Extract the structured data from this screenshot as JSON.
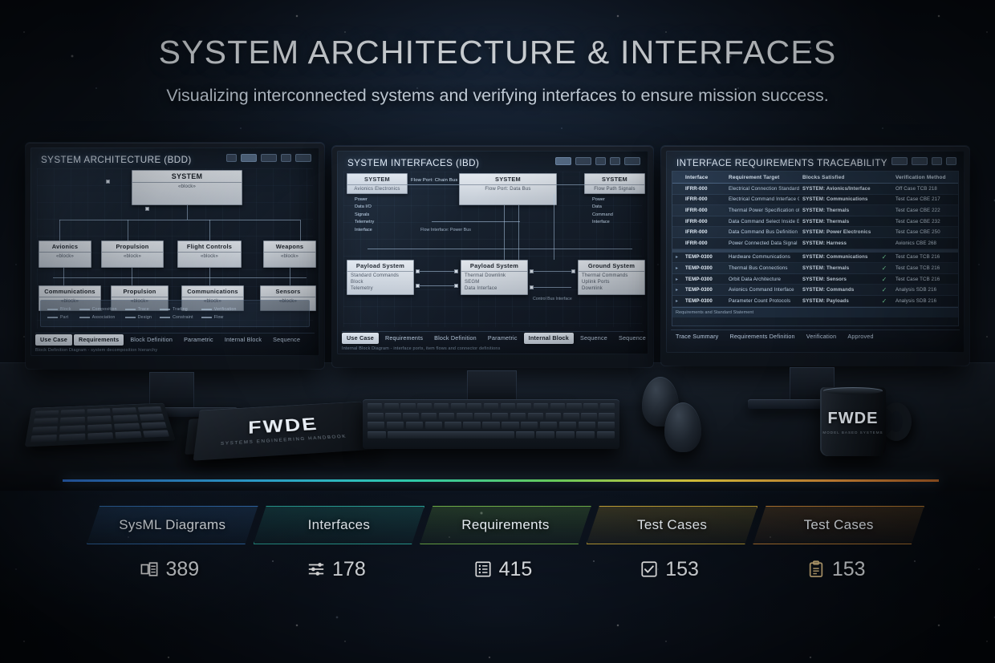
{
  "header": {
    "title": "SYSTEM ARCHITECTURE & INTERFACES",
    "subtitle": "Visualizing interconnected systems and verifying interfaces to ensure mission success."
  },
  "monitors": {
    "left": {
      "title": "SYSTEM ARCHITECTURE (BDD)",
      "root_block": {
        "name": "SYSTEM",
        "stereotype": "«block»"
      },
      "tier1_blocks": [
        {
          "name": "Avionics",
          "stereotype": "«block»"
        },
        {
          "name": "Propulsion",
          "stereotype": "«block»"
        },
        {
          "name": "Flight Controls",
          "stereotype": "«block»"
        },
        {
          "name": "Weapons",
          "stereotype": "«block»"
        }
      ],
      "tier2_blocks": [
        {
          "name": "Communications",
          "stereotype": "«block»"
        },
        {
          "name": "Propulsion",
          "stereotype": "«block»"
        },
        {
          "name": "Communications",
          "stereotype": "«block»"
        },
        {
          "name": "Sensors",
          "stereotype": "«block»"
        }
      ],
      "edge_label_left": "block",
      "edge_label_mid": "composition",
      "legend": [
        "Block",
        "Part",
        "Composition",
        "Association",
        "Trace",
        "Design",
        "Trading",
        "Constraint",
        "Verification",
        "Flow"
      ],
      "tabs": [
        {
          "label": "Use Case",
          "active": true
        },
        {
          "label": "Requirements",
          "active": true
        },
        {
          "label": "Block Definition",
          "active": false
        },
        {
          "label": "Parametric",
          "active": false
        },
        {
          "label": "Internal Block",
          "active": false
        },
        {
          "label": "Sequence",
          "active": false
        }
      ],
      "status": "Block Definition Diagram - system decomposition hierarchy"
    },
    "middle": {
      "title": "SYSTEM INTERFACES (IBD)",
      "top_blocks": [
        {
          "name": "SYSTEM",
          "stereotype": "Avionics Electronics"
        },
        {
          "name": "SYSTEM",
          "stereotype": "Flow Port: Data Bus"
        },
        {
          "name": "SYSTEM",
          "stereotype": "Flow Path Signals"
        }
      ],
      "top_mid_lines": [
        "Flow Port: Chain Bus",
        "Flow Interface: Power Bus"
      ],
      "bottom_blocks": [
        {
          "name": "Payload System",
          "items": [
            "Standard Commands",
            "Block",
            "Telemetry"
          ]
        },
        {
          "name": "Payload System",
          "items": [
            "Thermal Downlink",
            "SEGM",
            "Data Interface"
          ]
        },
        {
          "name": "Ground System",
          "items": [
            "Thermal Commands",
            "Uplink Ports",
            "Downlink"
          ]
        }
      ],
      "side_labels": [
        "Power",
        "Data I/O",
        "Signals",
        "Telemetry",
        "Interface"
      ],
      "flow_labels": [
        "Power",
        "Data",
        "Command",
        "Interface"
      ],
      "connector_label": "Control Bus Interface",
      "tabs": [
        {
          "label": "Use Case",
          "active": true
        },
        {
          "label": "Requirements",
          "active": false
        },
        {
          "label": "Block Definition",
          "active": false
        },
        {
          "label": "Parametric",
          "active": false
        },
        {
          "label": "Internal Block",
          "active": true
        },
        {
          "label": "Sequence",
          "active": false
        },
        {
          "label": "Sequence",
          "active": false
        }
      ],
      "status": "Internal Block Diagram - interface ports, item flows and connector definitions"
    },
    "right": {
      "title": "INTERFACE REQUIREMENTS TRACEABILITY",
      "columns": [
        "",
        "Interface",
        "Requirement Target",
        "Blocks Satisfied",
        "",
        "Verification Method"
      ],
      "rows_top": [
        {
          "id": "IFRR-000",
          "desc": "Electrical Connection Standard Ground System",
          "satisfied": "SYSTEM: Avionics/Interface",
          "check": "",
          "verify": "Off Case TCB 218"
        },
        {
          "id": "IFRR-000",
          "desc": "Electrical Command Interface Ground and Data",
          "satisfied": "SYSTEM: Communications",
          "check": "",
          "verify": "Test Case CBE 217"
        },
        {
          "id": "IFRR-000",
          "desc": "Thermal Power Specification of Commands Provided",
          "satisfied": "SYSTEM: Thermals",
          "check": "",
          "verify": "Test Case CBE 222"
        },
        {
          "id": "IFRR-000",
          "desc": "Data Command Select Inside Environment Systems",
          "satisfied": "SYSTEM: Thermals",
          "check": "",
          "verify": "Test Case CBE 232"
        },
        {
          "id": "IFRR-000",
          "desc": "Data Command Bus Definition of Standard Sensor Data",
          "satisfied": "SYSTEM: Power Electronics",
          "check": "",
          "verify": "Test Case CBE 250"
        },
        {
          "id": "IFRR-000",
          "desc": "Power Connected Data Signal Environment Systems",
          "satisfied": "SYSTEM: Harness",
          "check": "",
          "verify": "Avionics CBE 268"
        }
      ],
      "rows_bottom": [
        {
          "id": "TEMP-0300",
          "desc": "Hardware Communications",
          "satisfied": "SYSTEM: Communications",
          "check": "✓",
          "verify": "Test Case TCB 216"
        },
        {
          "id": "TEMP-0300",
          "desc": "Thermal Bus Connections",
          "satisfied": "SYSTEM: Thermals",
          "check": "✓",
          "verify": "Test Case TCB 216"
        },
        {
          "id": "TEMP-0300",
          "desc": "Orbit Data Architecture",
          "satisfied": "SYSTEM: Sensors",
          "check": "✓",
          "verify": "Test Case TCB 216"
        },
        {
          "id": "TEMP-0300",
          "desc": "Avionics Command Interface",
          "satisfied": "SYSTEM: Commands",
          "check": "✓",
          "verify": "Analysis SDB 216"
        },
        {
          "id": "TEMP-0300",
          "desc": "Parameter Count Protocols",
          "satisfied": "SYSTEM: Payloads",
          "check": "✓",
          "verify": "Analysis SDB 216"
        }
      ],
      "footer": "Requirements and Standard Statement",
      "tabs": [
        {
          "label": "Trace Summary",
          "active": false
        },
        {
          "label": "Requirements Definition",
          "active": false
        },
        {
          "label": "Verification",
          "active": false
        },
        {
          "label": "Approved",
          "active": false
        }
      ]
    }
  },
  "desk": {
    "book_brand": "FWDE",
    "book_tagline": "SYSTEMS ENGINEERING HANDBOOK",
    "mug_brand": "FWDE",
    "mug_tagline": "MODEL BASED SYSTEMS"
  },
  "ribbon": {
    "segments": [
      {
        "label": "SysML Diagrams",
        "color": "#3a7ec8",
        "icon": "diagram-icon",
        "value": "389"
      },
      {
        "label": "Interfaces",
        "color": "#2fb6a8",
        "icon": "sliders-icon",
        "value": "178"
      },
      {
        "label": "Requirements",
        "color": "#7bc24e",
        "icon": "list-icon",
        "value": "415"
      },
      {
        "label": "Test Cases",
        "color": "#d8b43a",
        "icon": "checkbox-icon",
        "value": "153"
      },
      {
        "label": "Test Cases",
        "color": "#d98f3a",
        "icon": "clipboard-icon",
        "value": "153"
      }
    ]
  }
}
